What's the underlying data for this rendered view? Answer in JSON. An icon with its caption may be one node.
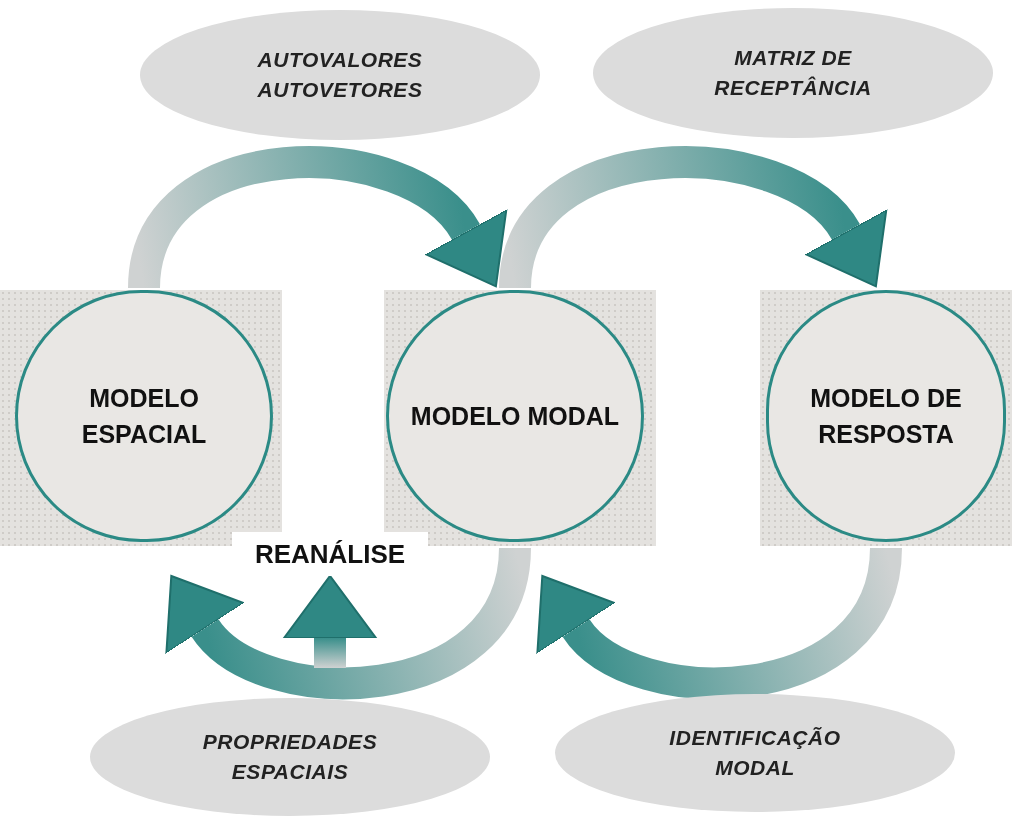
{
  "diagram": {
    "nodes": [
      {
        "text": [
          "AUTOVALORES AUTOVETORES"
        ]
      },
      {
        "text": [
          "MATRIZ DE RECEPTÂNCIA"
        ]
      },
      {
        "text": [
          "MODELO ESPACIAL"
        ]
      },
      {
        "text": [
          "MODELO MODAL"
        ]
      },
      {
        "text": [
          "MODELO DE RESPOSTA"
        ]
      },
      {
        "text": [
          "REANÁLISE"
        ]
      },
      {
        "text": [
          "PROPRIEDADES ESPACIAIS"
        ]
      },
      {
        "text": [
          "IDENTIFICAÇÃO MODAL"
        ]
      }
    ],
    "edges": [
      {
        "from": 2,
        "to": 3,
        "arrow": "to"
      },
      {
        "from": 3,
        "to": 4,
        "arrow": "to"
      },
      {
        "from": 4,
        "to": 3,
        "arrow": "to"
      },
      {
        "from": 3,
        "to": 2,
        "arrow": "to"
      },
      {
        "from": null,
        "to": 5,
        "arrow": "to"
      }
    ]
  }
}
